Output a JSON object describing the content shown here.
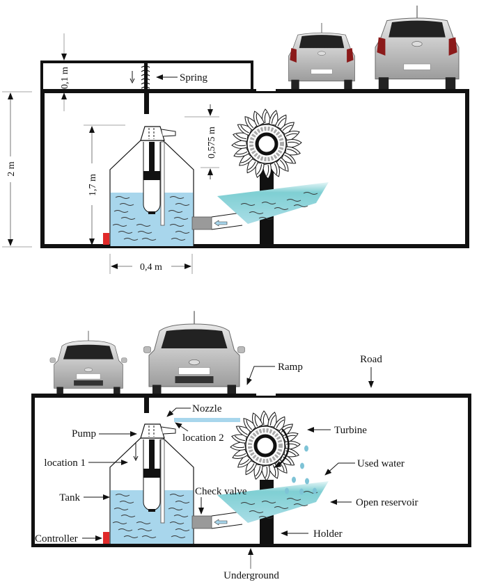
{
  "diagram": {
    "colors": {
      "water": "#a8d6ec",
      "reservoir_water": "#6cc3c8",
      "controller": "#e02a2a",
      "check_valve": "#9a9a9a",
      "structure": "#111111"
    },
    "top_view": {
      "spring_label": "Spring",
      "dimensions": {
        "plate_gap": "0,1 m",
        "total_height": "2 m",
        "tank_height": "1,7 m",
        "tank_width": "0,4 m",
        "nozzle_to_turbine": "0,575 m"
      }
    },
    "bottom_view": {
      "labels": {
        "ramp": "Ramp",
        "road": "Road",
        "nozzle": "Nozzle",
        "pump": "Pump",
        "location2": "location 2",
        "location1": "location 1",
        "turbine": "Turbine",
        "used_water": "Used water",
        "tank": "Tank",
        "check_valve": "Check valve",
        "open_reservoir": "Open reservoir",
        "controller": "Controller",
        "holder": "Holder",
        "underground": "Underground"
      }
    }
  }
}
